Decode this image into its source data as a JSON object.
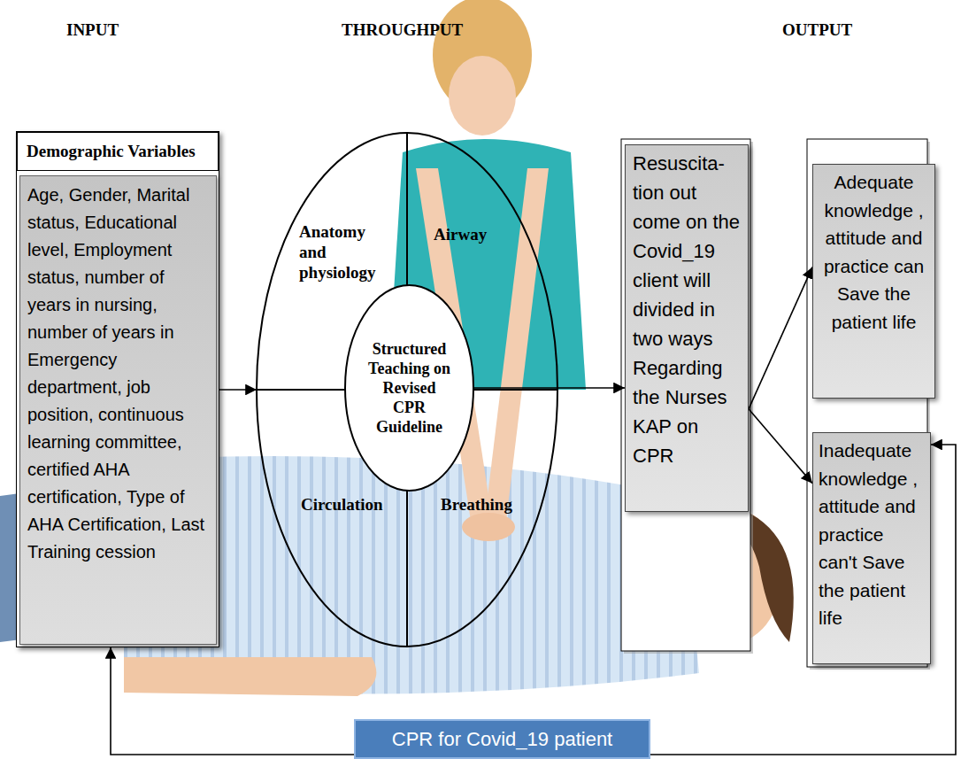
{
  "diagram": {
    "nodes": [
      {
        "text": [
          "Demographic Variables",
          "Age, Gender, Marital status, Educational level, Employment status, number of years in nursing, number of years in Emergency department, job position, continuous learning committee, certified AHA certification, Type of AHA Certification, Last Training cession"
        ]
      },
      {
        "text": [
          "Anatomy and physiology",
          "Airway",
          "Circulation",
          "Breathing"
        ]
      },
      {
        "text": [
          "Structured Teaching on Revised CPR Guideline"
        ],
        "in": 1
      },
      {
        "text": [
          "Resuscita- tion out come on the Covid_19 client will divided in two ways Regarding the Nurses KAP on CPR"
        ]
      },
      {
        "text": [
          "Adequate knowledge , attitude and practice can Save the patient life"
        ]
      },
      {
        "text": [
          "Inadequate knowledge , attitude and practice can't Save the patient life"
        ]
      },
      {
        "text": [
          "CPR for Covid_19 patient"
        ]
      }
    ],
    "edges": [
      {
        "from": 0,
        "to": 1,
        "arrow": "to"
      },
      {
        "from": 2,
        "to": 3,
        "arrow": "to"
      },
      {
        "from": 3,
        "to": 4,
        "arrow": "to"
      },
      {
        "from": 3,
        "to": 5,
        "arrow": "to"
      },
      {
        "from": 6,
        "to": 0,
        "arrow": "to"
      },
      {
        "from": 6,
        "to": 5,
        "arrow": "to"
      }
    ],
    "labels": [
      "INPUT",
      "THROUGHPUT",
      "OUTPUT"
    ]
  }
}
